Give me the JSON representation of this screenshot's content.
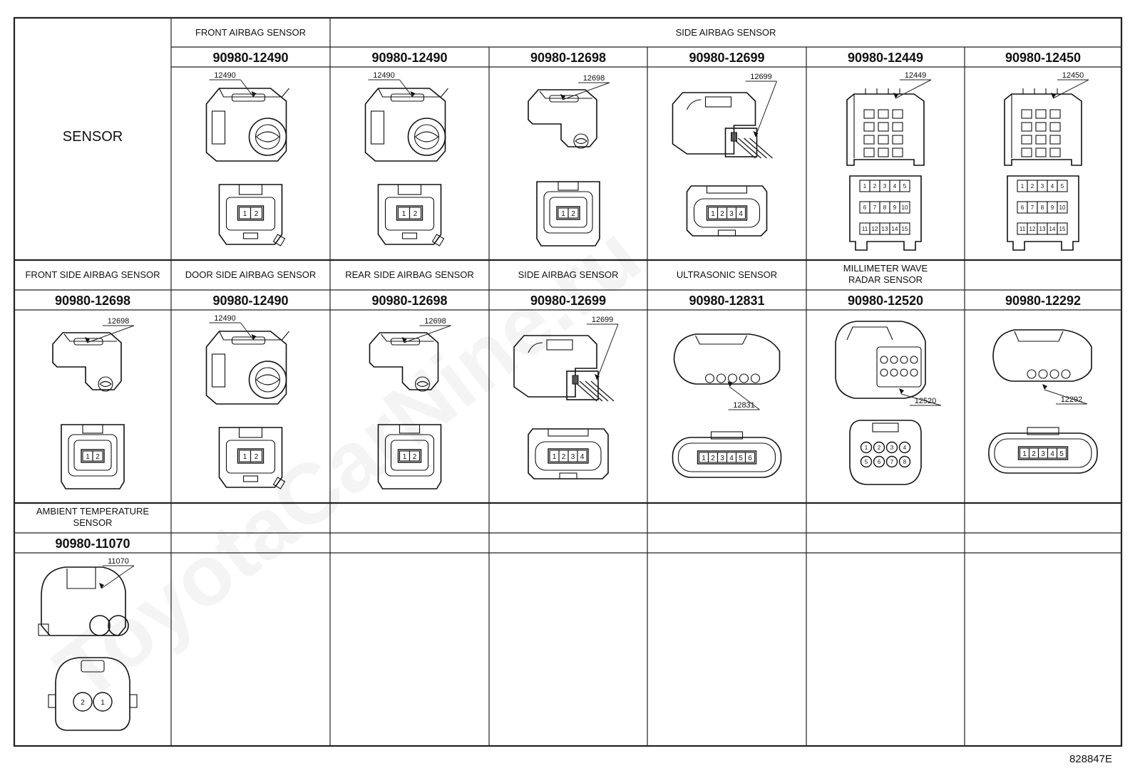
{
  "document_id": "828847E",
  "watermark": "ToyotaCarNine.ru",
  "row_label_sensor": "SENSOR",
  "rows": [
    {
      "cells": [
        {
          "header": "FRONT AIRBAG SENSOR",
          "part": "90980-12490",
          "tag": "12490",
          "type": "round2",
          "pins": [
            "1",
            "2"
          ]
        },
        {
          "header": "SIDE AIRBAG SENSOR",
          "part": "90980-12490",
          "tag": "12490",
          "type": "round2",
          "pins": [
            "1",
            "2"
          ]
        },
        {
          "header": "",
          "part": "90980-12698",
          "tag": "12698",
          "type": "small2",
          "pins": [
            "1",
            "2"
          ]
        },
        {
          "header": "",
          "part": "90980-12699",
          "tag": "12699",
          "type": "wire4",
          "pins": [
            "1",
            "2",
            "3",
            "4"
          ]
        },
        {
          "header": "",
          "part": "90980-12449",
          "tag": "12449",
          "type": "block15",
          "pins": [
            "1",
            "2",
            "3",
            "4",
            "5",
            "6",
            "7",
            "8",
            "9",
            "10",
            "11",
            "12",
            "13",
            "14",
            "15"
          ]
        },
        {
          "header": "",
          "part": "90980-12450",
          "tag": "12450",
          "type": "block15",
          "pins": [
            "1",
            "2",
            "3",
            "4",
            "5",
            "6",
            "7",
            "8",
            "9",
            "10",
            "11",
            "12",
            "13",
            "14",
            "15"
          ]
        }
      ]
    },
    {
      "cells": [
        {
          "header": "FRONT SIDE AIRBAG SENSOR",
          "part": "90980-12698",
          "tag": "12698",
          "type": "small2",
          "pins": [
            "1",
            "2"
          ]
        },
        {
          "header": "DOOR SIDE AIRBAG SENSOR",
          "part": "90980-12490",
          "tag": "12490",
          "type": "round2",
          "pins": [
            "1",
            "2"
          ]
        },
        {
          "header": "REAR SIDE AIRBAG SENSOR",
          "part": "90980-12698",
          "tag": "12698",
          "type": "small2",
          "pins": [
            "1",
            "2"
          ]
        },
        {
          "header": "SIDE AIRBAG SENSOR",
          "part": "90980-12699",
          "tag": "12699",
          "type": "wire4",
          "pins": [
            "1",
            "2",
            "3",
            "4"
          ]
        },
        {
          "header": "ULTRASONIC SENSOR",
          "part": "90980-12831",
          "tag": "12831",
          "type": "oval6",
          "pins": [
            "1",
            "2",
            "3",
            "4",
            "5",
            "6"
          ]
        },
        {
          "header": "MILLIMETER WAVE",
          "header2": "RADAR SENSOR",
          "part": "90980-12520",
          "tag": "12520",
          "type": "grid8",
          "pins": [
            "1",
            "2",
            "3",
            "4",
            "5",
            "6",
            "7",
            "8"
          ]
        },
        {
          "header": "",
          "part": "90980-12292",
          "tag": "12292",
          "type": "oval5",
          "pins": [
            "1",
            "2",
            "3",
            "4",
            "5"
          ]
        }
      ]
    },
    {
      "cells": [
        {
          "header": "AMBIENT TEMPERATURE",
          "header2": "SENSOR",
          "part": "90980-11070",
          "tag": "11070",
          "type": "twin2",
          "pins": [
            "2",
            "1"
          ]
        }
      ]
    }
  ]
}
